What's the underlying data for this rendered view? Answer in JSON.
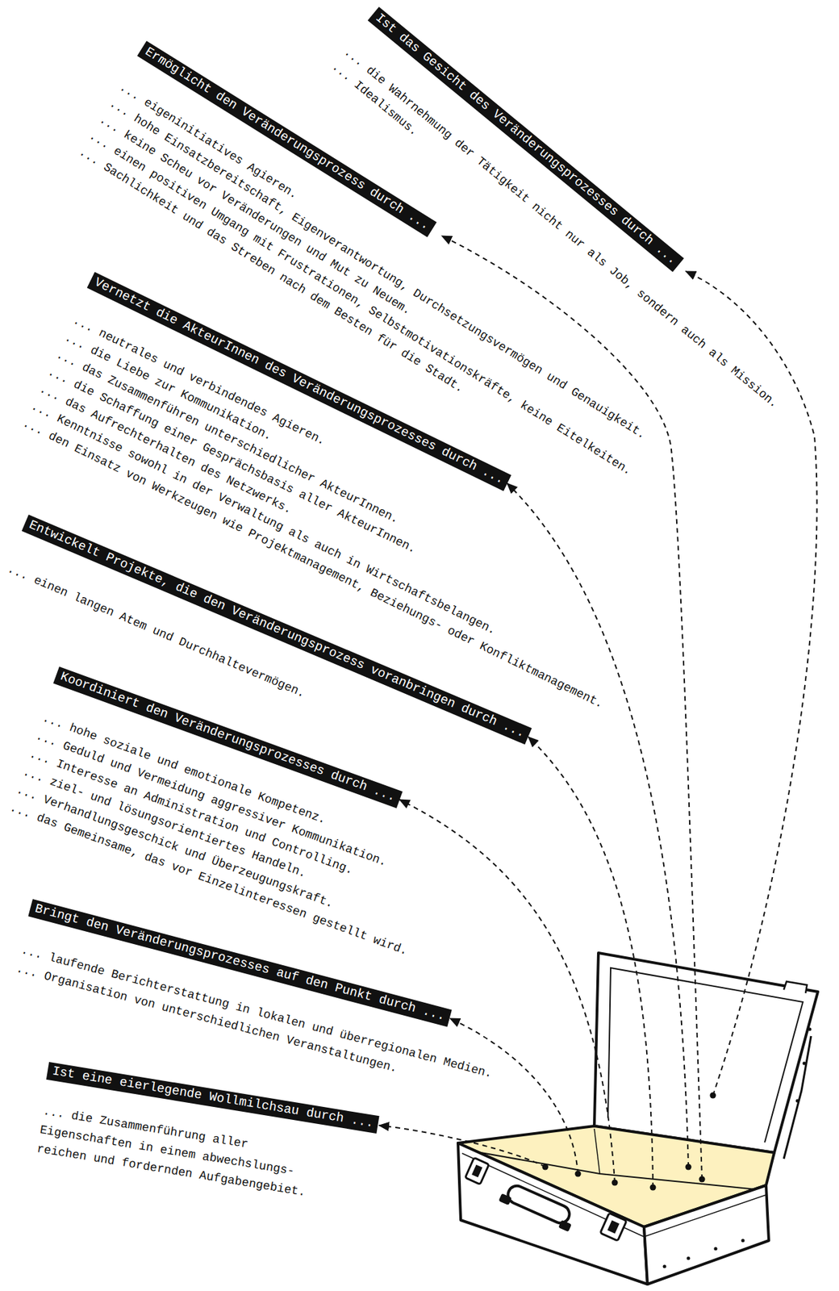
{
  "diagram": {
    "nodes": [
      {
        "text": [
          "Ist das Gesicht des Veränderungsprozesses durch ...",
          "... die Wahrnehmung der Tätigkeit nicht nur als Job, sondern auch als Mission.",
          "... Idealismus."
        ]
      },
      {
        "text": [
          "Ermöglicht den Veränderungsprozess durch ...",
          "... eigeninitiatives Agieren.",
          "... hohe Einsatzbereitschaft, Eigenverantwortung, Durchsetzungsvermögen und Genauigkeit.",
          "... keine Scheu vor Veränderungen und Mut zu Neuem.",
          "... einen positiven Umgang mit Frustrationen, Selbstmotivationskräfte, keine Eitelkeiten.",
          "... Sachlichkeit und das Streben nach dem Besten für die Stadt."
        ]
      },
      {
        "text": [
          "Vernetzt die AkteurInnen des Veränderungsprozesses durch ...",
          "... neutrales und verbindendes Agieren.",
          "... die Liebe zur Kommunikation.",
          "... das Zusammenführen unterschiedlicher AkteurInnen.",
          "... die Schaffung einer Gesprächsbasis aller AkteurInnen.",
          "... das Aufrechterhalten des Netzwerks.",
          "... Kenntnisse sowohl in der Verwaltung als auch in Wirtschaftsbelangen.",
          "... den Einsatz von Werkzeugen wie Projektmanagement, Beziehungs- oder Konfliktmanagement."
        ]
      },
      {
        "text": [
          "Entwickelt Projekte, die den Veränderungsprozess voranbringen durch ...",
          "... einen langen Atem und Durchhaltevermögen."
        ]
      },
      {
        "text": [
          "Koordiniert den Veränderungsprozesses durch ...",
          "... hohe soziale und emotionale Kompetenz.",
          "... Geduld und Vermeidung aggressiver Kommunikation.",
          "... Interesse an Administration und Controlling.",
          "... ziel- und lösungsorientiertes Handeln.",
          "... Verhandlungsgeschick und Überzeugungskraft.",
          "... das Gemeinsame, das vor Einzelinteressen gestellt wird."
        ]
      },
      {
        "text": [
          "Bringt den Veränderungsprozesses auf den Punkt durch ...",
          "... laufende Berichterstattung in lokalen und überregionalen Medien.",
          "... Organisation von unterschiedlichen Veranstaltungen."
        ]
      },
      {
        "text": [
          "Ist eine eierlegende Wollmilchsau durch ...",
          "... die Zusammenführung aller Eigenschaften in einem abwechslungs- reichen und fordernden Aufgabengebiet."
        ]
      }
    ]
  }
}
